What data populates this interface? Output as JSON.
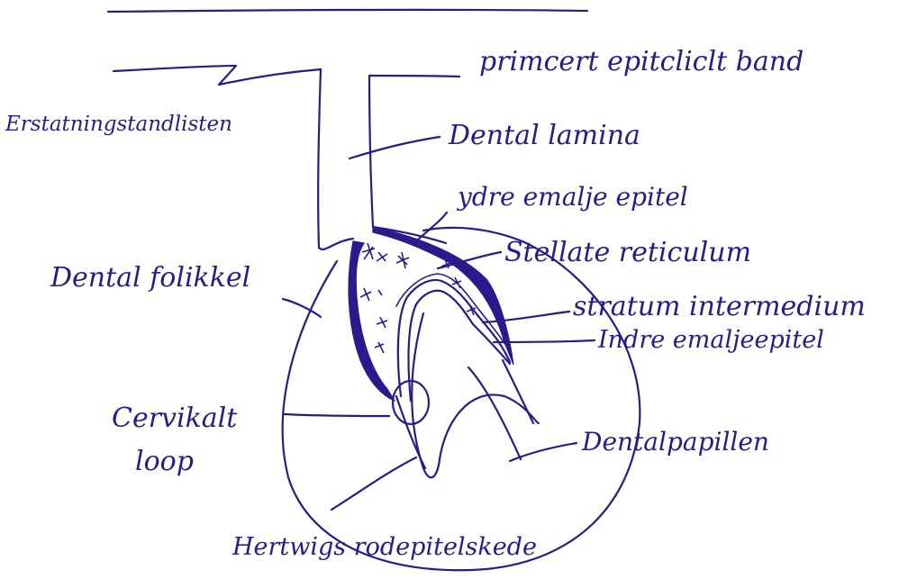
{
  "diagram": {
    "ink_color": "#2a1a8c",
    "labels": {
      "primary_band": "primcert epitcliclt band",
      "replacement_tooth": "Erstatningstandlisten",
      "dental_lamina": "Dental lamina",
      "outer_enamel": "ydre emalje epitel",
      "stellate": "Stellate reticulum",
      "stratum": "stratum intermedium",
      "inner_enamel": "Indre emaljeepitel",
      "follicle": "Dental folikkel",
      "cervical_1": "Cervikalt",
      "cervical_2": "loop",
      "papilla": "Dentalpapillen",
      "hertwig": "Hertwigs rodepitelskede"
    }
  }
}
